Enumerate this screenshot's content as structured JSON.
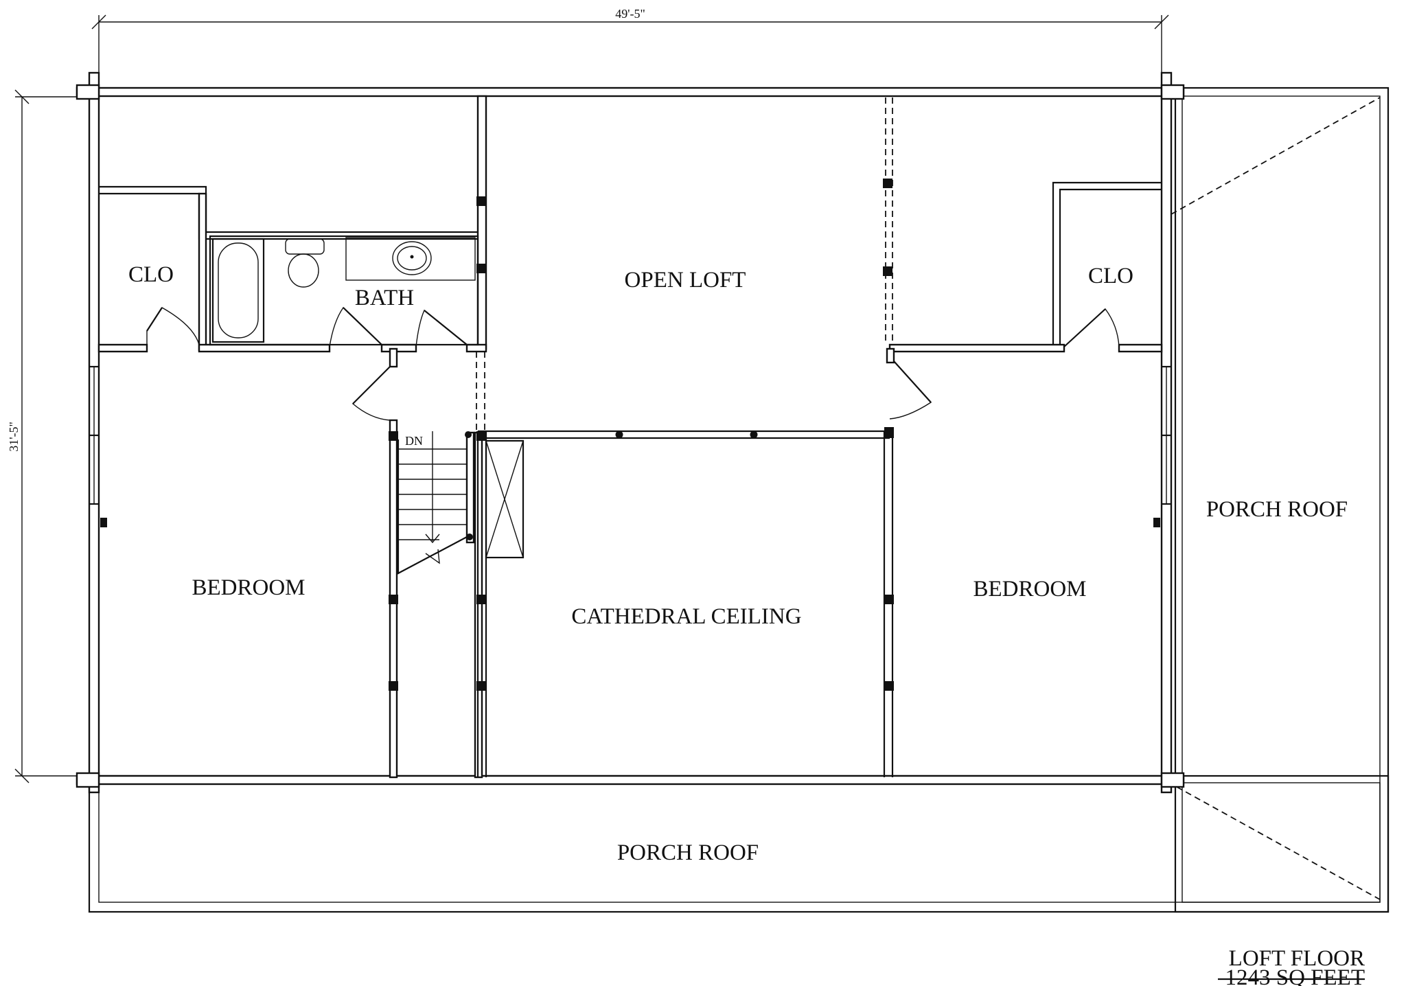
{
  "dimensions": {
    "width": "49'-5\"",
    "depth": "31'-5\""
  },
  "rooms": {
    "clo_left": "CLO",
    "bath": "BATH",
    "open_loft": "OPEN LOFT",
    "clo_right": "CLO",
    "bedroom_left": "BEDROOM",
    "cathedral_ceiling": "CATHEDRAL CEILING",
    "bedroom_right": "BEDROOM",
    "porch_roof_right": "PORCH ROOF",
    "porch_roof_bottom": "PORCH ROOF"
  },
  "stairs": {
    "label": "DN"
  },
  "title": {
    "line1": "LOFT FLOOR",
    "line2": "1243 SQ FEET"
  }
}
